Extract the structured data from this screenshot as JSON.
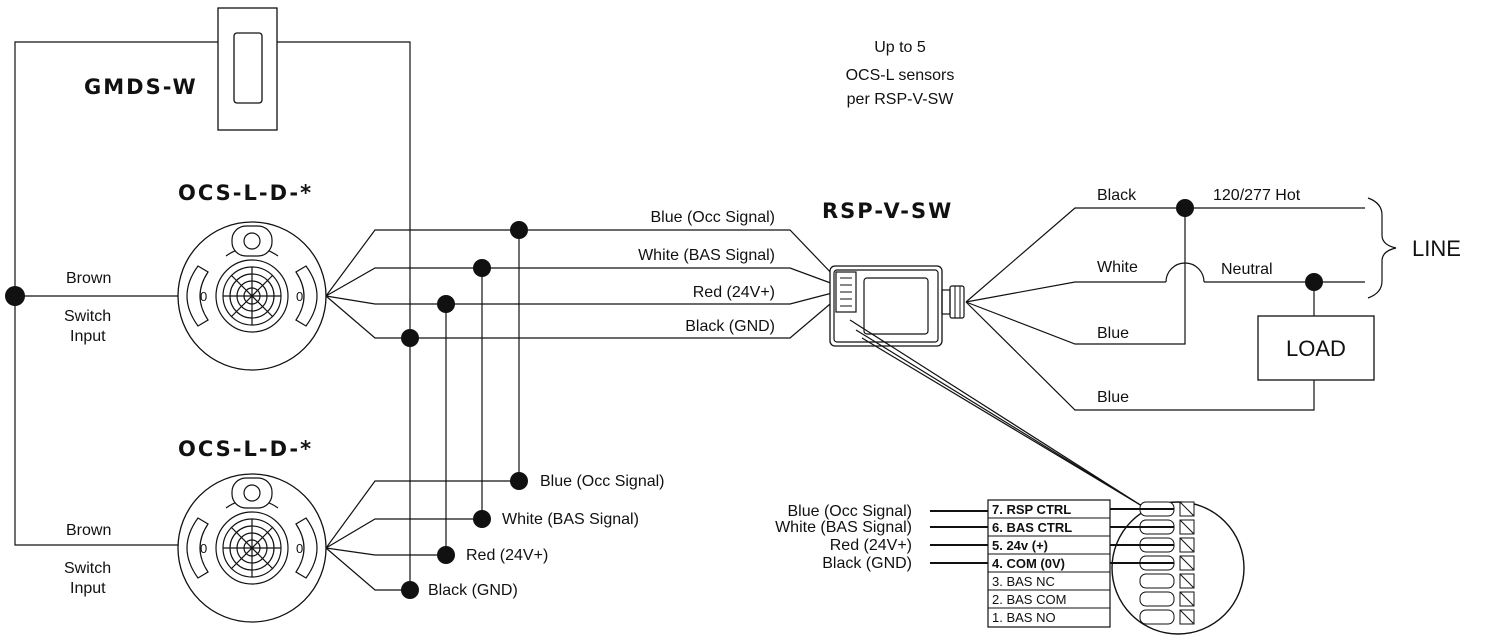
{
  "title_note": [
    "Up to 5",
    "OCS-L sensors",
    "per RSP-V-SW"
  ],
  "devices": {
    "switch": "GMDS-W",
    "sensor_top": "OCS-L-D-*",
    "sensor_bottom": "OCS-L-D-*",
    "relay_pack": "RSP-V-SW",
    "load": "LOAD",
    "line": "LINE"
  },
  "sensor_labels": {
    "lens_left": "0",
    "lens_right": "0"
  },
  "switch_input": {
    "top": {
      "wire": "Brown",
      "line1": "Switch",
      "line2": "Input"
    },
    "bottom": {
      "wire": "Brown",
      "line1": "Switch",
      "line2": "Input"
    }
  },
  "low_voltage_wires": [
    "Blue (Occ Signal)",
    "White (BAS Signal)",
    "Red (24V+)",
    "Black (GND)"
  ],
  "bottom_wires": [
    "Blue (Occ Signal)",
    "White (BAS Signal)",
    "Red (24V+)",
    "Black (GND)"
  ],
  "high_voltage": {
    "black": "Black",
    "white": "White",
    "blue1": "Blue",
    "blue2": "Blue",
    "hot": "120/277 Hot",
    "neutral": "Neutral"
  },
  "terminal_inputs": [
    "Blue (Occ Signal)",
    "White (BAS Signal)",
    "Red (24V+)",
    "Black (GND)"
  ],
  "terminals": [
    "7. RSP CTRL",
    "6. BAS CTRL",
    "5. 24v (+)",
    "4. COM (0V)",
    "3. BAS NC",
    "2. BAS COM",
    "1. BAS NO"
  ]
}
